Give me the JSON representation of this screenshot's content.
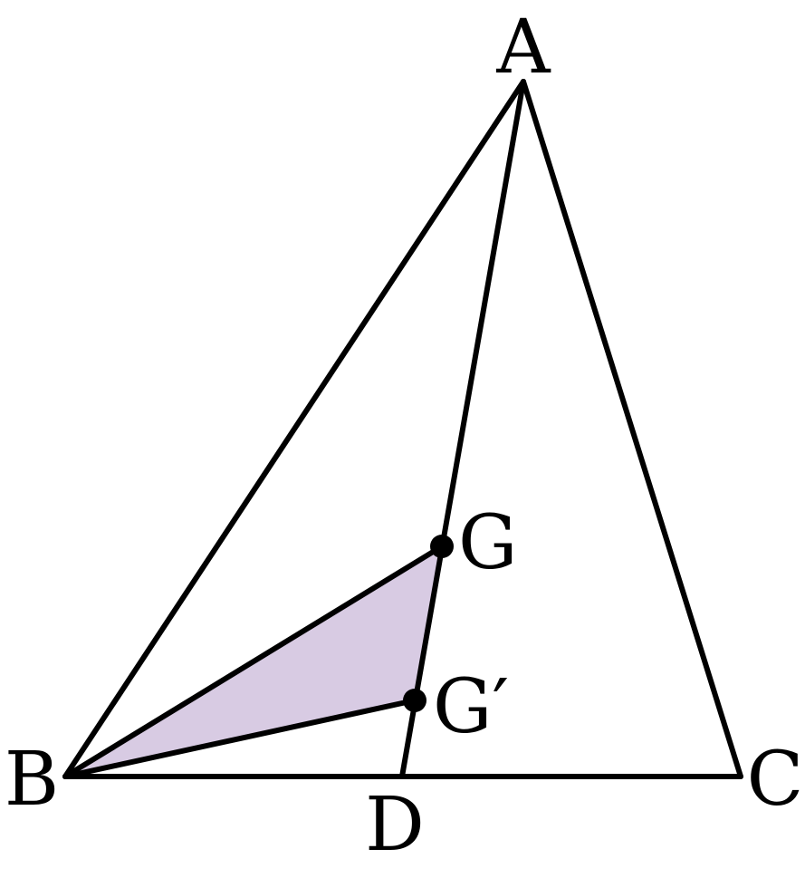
{
  "diagram": {
    "colors": {
      "stroke": "#000000",
      "fill_region": "#d8cbe3",
      "background": "#ffffff"
    },
    "points": {
      "A": "A",
      "B": "B",
      "C": "C",
      "D": "D",
      "G": "G",
      "G_prime": "G′"
    }
  }
}
